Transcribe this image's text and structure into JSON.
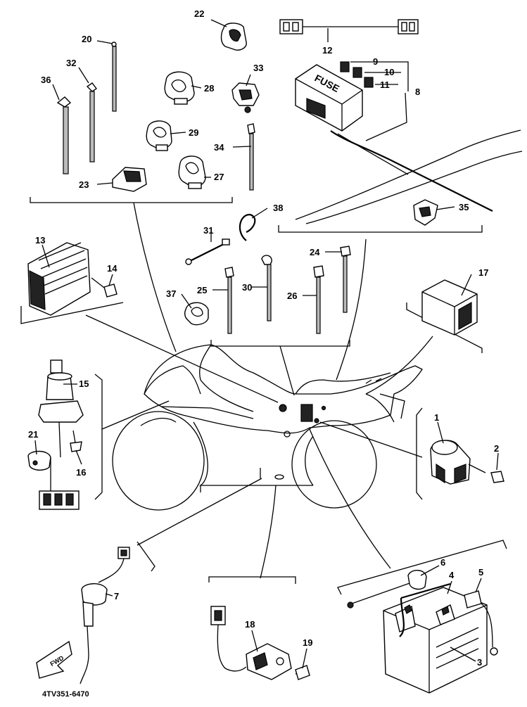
{
  "diagram_code": "4TV351-6470",
  "fuse_label": "FUSE",
  "front_arrow_label": "FWD",
  "callouts": {
    "c1": "1",
    "c2": "2",
    "c3": "3",
    "c4": "4",
    "c5": "5",
    "c6": "6",
    "c7": "7",
    "c8": "8",
    "c9": "9",
    "c10": "10",
    "c11": "11",
    "c12": "12",
    "c13": "13",
    "c14": "14",
    "c15": "15",
    "c16": "16",
    "c17": "17",
    "c18": "18",
    "c19": "19",
    "c20": "20",
    "c21": "21",
    "c22": "22",
    "c23": "23",
    "c24": "24",
    "c25": "25",
    "c26": "26",
    "c27": "27",
    "c28": "28",
    "c29": "29",
    "c30": "30",
    "c31": "31",
    "c32": "32",
    "c33": "33",
    "c34": "34",
    "c35": "35",
    "c36": "36",
    "c37": "37",
    "c38": "38"
  }
}
